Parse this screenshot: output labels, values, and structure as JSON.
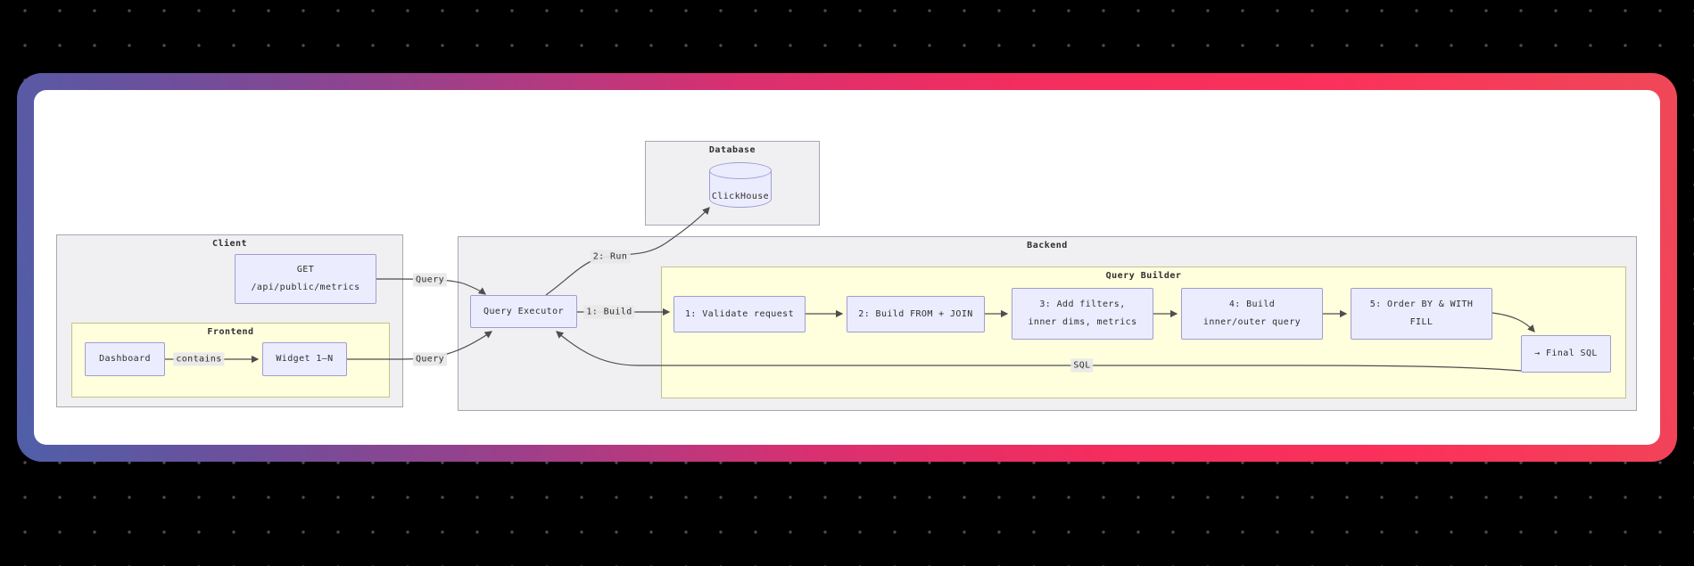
{
  "diagram": {
    "clusters": {
      "database": {
        "label": "Database"
      },
      "client": {
        "label": "Client"
      },
      "frontend": {
        "label": "Frontend"
      },
      "backend": {
        "label": "Backend"
      },
      "query_builder": {
        "label": "Query Builder"
      }
    },
    "nodes": {
      "clickhouse": {
        "label": "ClickHouse"
      },
      "get_endpoint": {
        "label": "GET\n/api/public/metrics"
      },
      "dashboard": {
        "label": "Dashboard"
      },
      "widget": {
        "label": "Widget 1–N"
      },
      "query_executor": {
        "label": "Query Executor"
      },
      "validate": {
        "label": "1: Validate request"
      },
      "build_from": {
        "label": "2: Build FROM + JOIN"
      },
      "add_filters": {
        "label": "3: Add filters,\ninner dims, metrics"
      },
      "build_query": {
        "label": "4: Build\ninner/outer query"
      },
      "order_by": {
        "label": "5: Order BY & WITH\nFILL"
      },
      "final_sql": {
        "label": "→ Final SQL"
      }
    },
    "edge_labels": {
      "query_top": "Query",
      "query_bottom": "Query",
      "run": "2: Run",
      "build": "1: Build",
      "contains": "contains",
      "sql": "SQL"
    },
    "colors": {
      "background": "#000000",
      "dot_grid": "#4c4c55",
      "gradient_start": "#4f5fa9",
      "gradient_mid": "#d93070",
      "gradient_end": "#ef4858",
      "card": "#ffffff",
      "node_fill": "#ececff",
      "node_border": "#9e9ed1",
      "cluster_gray_fill": "#f0f0f3",
      "cluster_yellow_fill": "#ffffde",
      "edge_stroke": "#4e4e4e",
      "edge_label_bg": "#e8e8e8"
    }
  }
}
